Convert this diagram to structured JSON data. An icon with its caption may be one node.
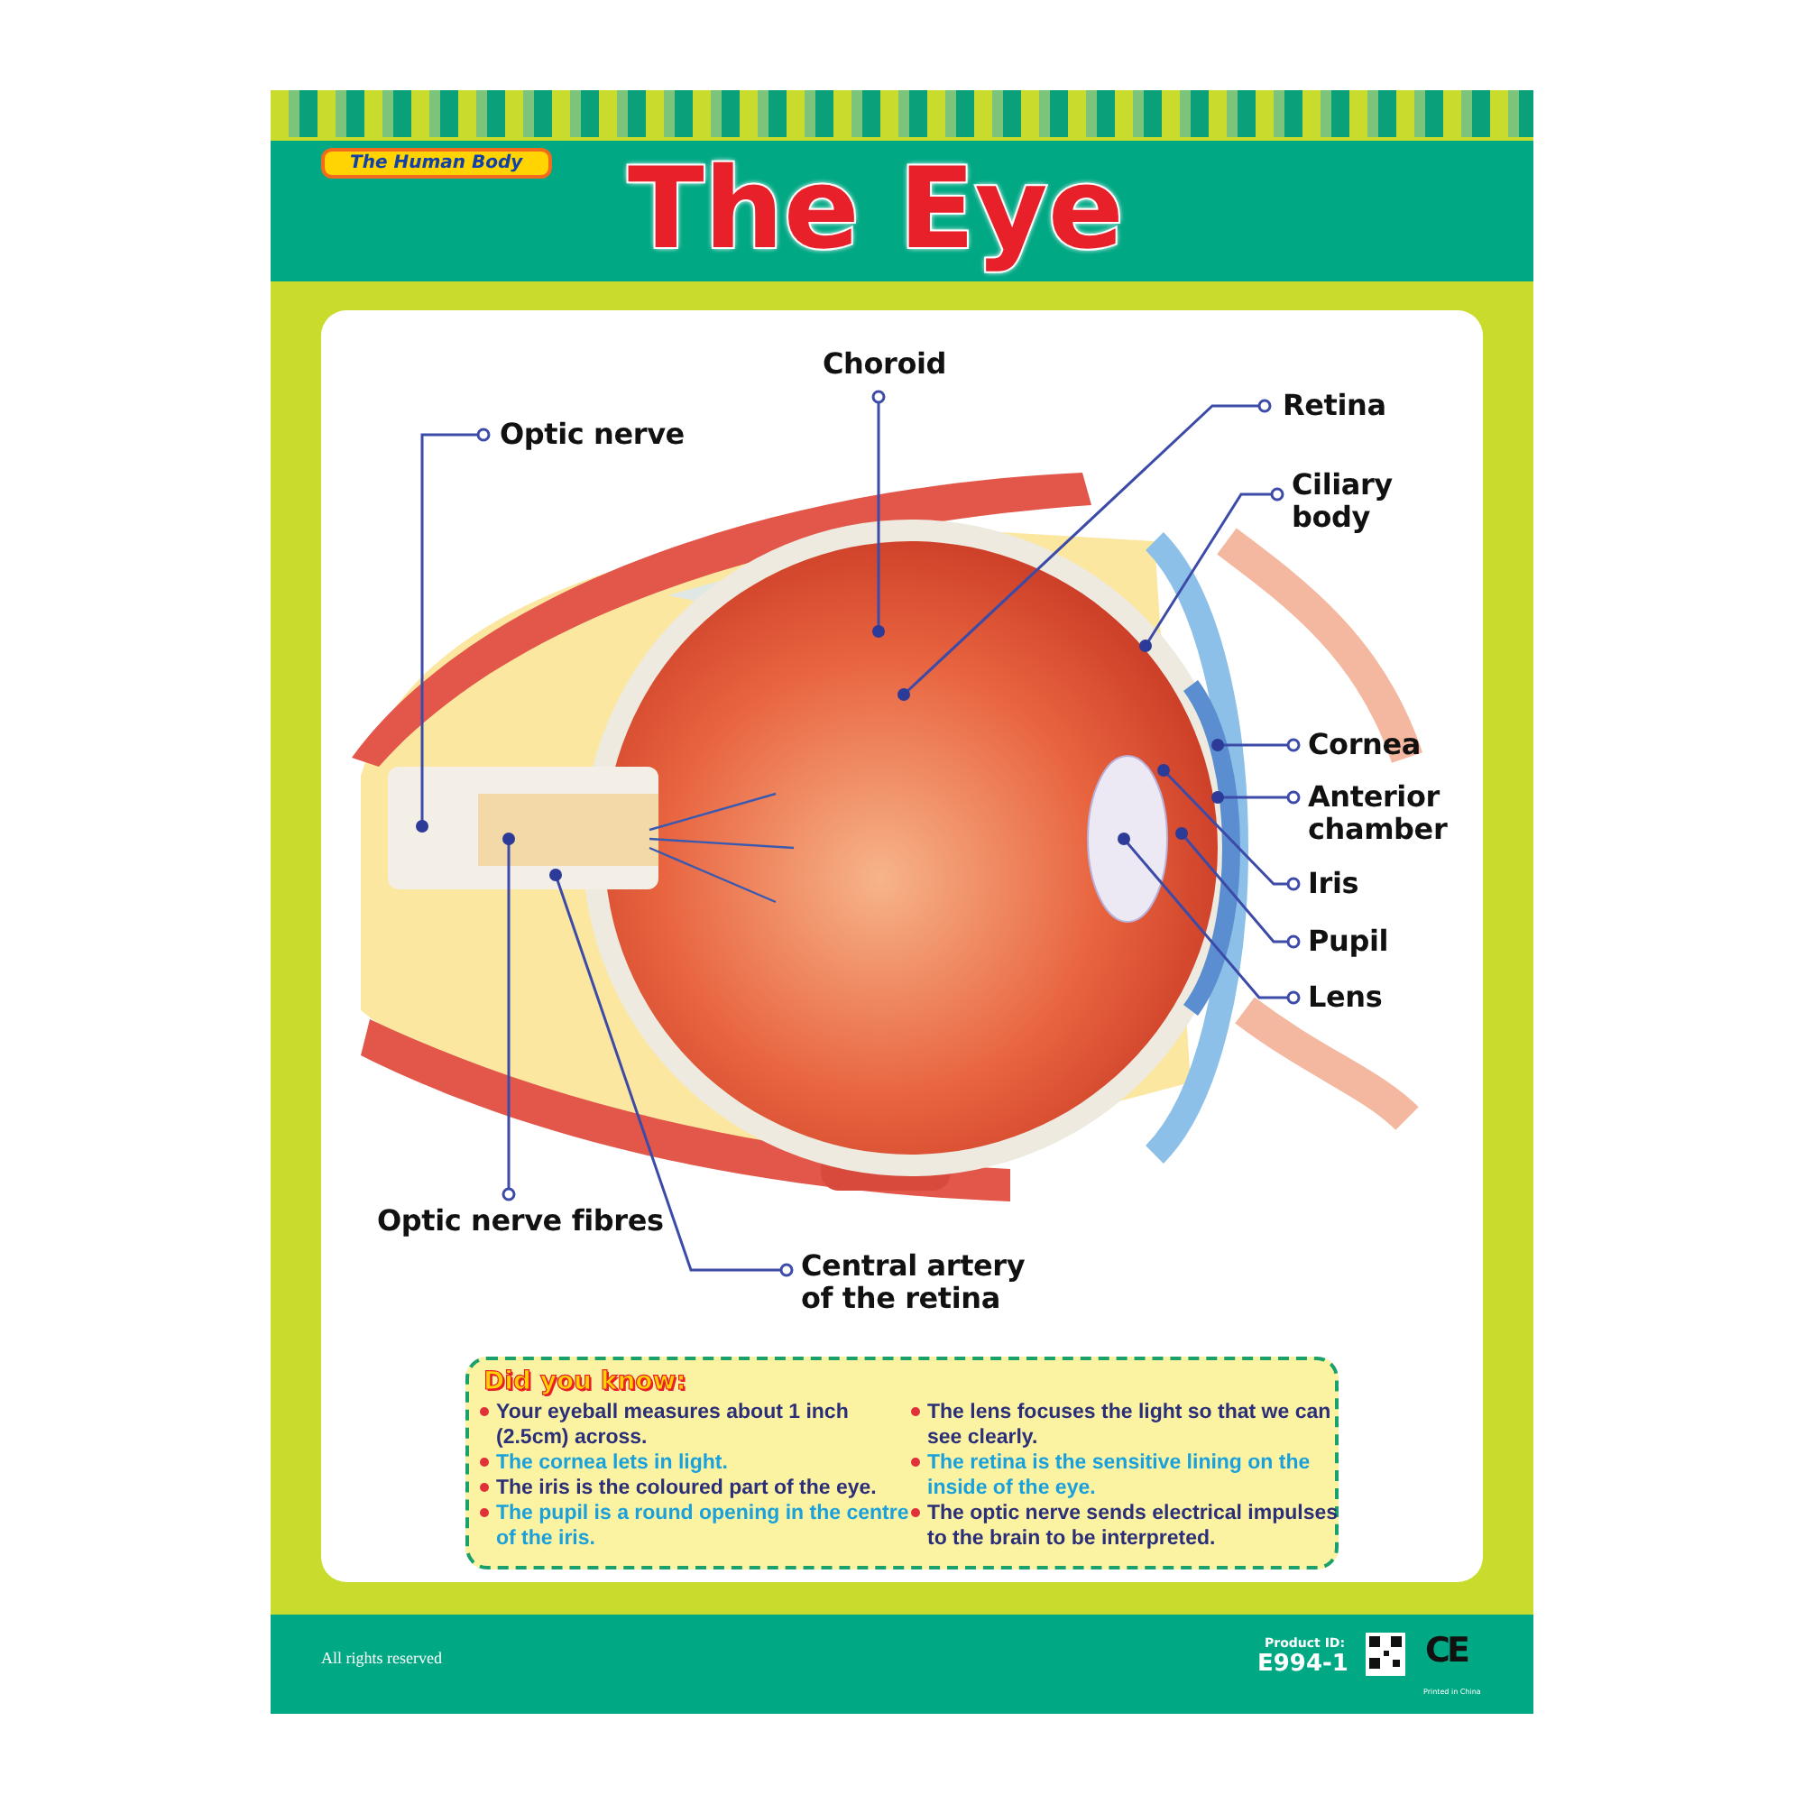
{
  "diagram": {
    "title": "The Eye",
    "nodes": [
      {
        "text": [
          "Choroid"
        ]
      },
      {
        "text": [
          "Optic nerve"
        ]
      },
      {
        "text": [
          "Retina"
        ]
      },
      {
        "text": [
          "Ciliary body"
        ]
      },
      {
        "text": [
          "Cornea"
        ]
      },
      {
        "text": [
          "Anterior chamber"
        ]
      },
      {
        "text": [
          "Iris"
        ]
      },
      {
        "text": [
          "Pupil"
        ]
      },
      {
        "text": [
          "Lens"
        ]
      },
      {
        "text": [
          "Optic nerve fibres"
        ]
      },
      {
        "text": [
          "Central artery of the retina"
        ]
      }
    ],
    "edges": [
      {
        "from": 0,
        "to": null,
        "arrow": "other"
      },
      {
        "from": 1,
        "to": null,
        "arrow": "other"
      },
      {
        "from": 2,
        "to": null,
        "arrow": "other"
      },
      {
        "from": 3,
        "to": null,
        "arrow": "other"
      },
      {
        "from": 4,
        "to": null,
        "arrow": "other"
      },
      {
        "from": 5,
        "to": null,
        "arrow": "other"
      },
      {
        "from": 6,
        "to": null,
        "arrow": "other"
      },
      {
        "from": 7,
        "to": null,
        "arrow": "other"
      },
      {
        "from": 8,
        "to": null,
        "arrow": "other"
      },
      {
        "from": 9,
        "to": null,
        "arrow": "other"
      },
      {
        "from": 10,
        "to": null,
        "arrow": "other"
      }
    ],
    "labels": [
      "The Human Body",
      "Did you know:",
      "Your eyeball measures about 1 inch (2.5cm) across.",
      "The cornea lets in light.",
      "The iris is the coloured part of the eye.",
      "The pupil is a round opening in the centre of the iris.",
      "The lens focuses the light so that we can see clearly.",
      "The retina is the sensitive lining on the inside of the eye.",
      "The optic nerve sends electrical impulses to the brain to be interpreted.",
      "All rights reserved",
      "Product ID:",
      "E994-1",
      "CE",
      "Printed in China"
    ]
  }
}
